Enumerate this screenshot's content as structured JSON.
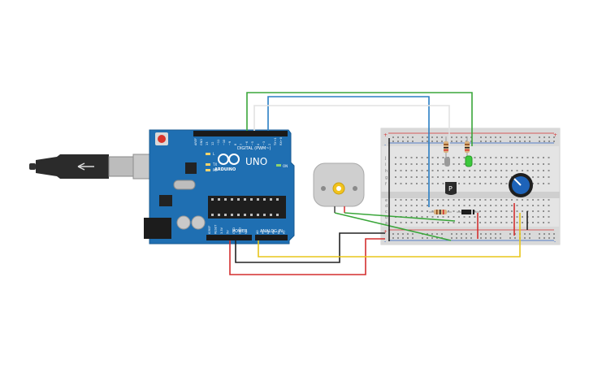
{
  "arduino": {
    "brand": "ARDUINO",
    "model": "UNO",
    "digital_label": "DIGITAL (PWM~)",
    "power_label": "POWER",
    "analog_label": "ANALOG IN",
    "led_labels": [
      "L",
      "TX",
      "RX"
    ],
    "on_label": "ON",
    "digital_pins": [
      "AREF",
      "GND",
      "13",
      "12",
      "~11",
      "~10",
      "~9",
      "8",
      "7",
      "~6",
      "~5",
      "4",
      "~3",
      "2",
      "TX→1",
      "RX←0"
    ],
    "power_pins": [
      "IOREF",
      "RESET",
      "3.3V",
      "5V",
      "GND",
      "GND",
      "Vin"
    ],
    "analog_pins": [
      "A0",
      "A1",
      "A2",
      "A3",
      "A4",
      "A5"
    ]
  },
  "components": {
    "transistor_label": "P"
  },
  "breadboard": {
    "row_letters_top": [
      "j",
      "i",
      "h",
      "g",
      "f"
    ],
    "row_letters_bottom": [
      "e",
      "d",
      "c",
      "b",
      "a"
    ],
    "plus": "+",
    "minus": "-"
  },
  "colors": {
    "board": "#1f6fb2",
    "wire_green": "#3aa63a",
    "wire_blue": "#2a7fc4",
    "wire_white": "#dddddd",
    "wire_red": "#d32f2f",
    "wire_black": "#222222",
    "wire_yellow": "#e8c51a"
  }
}
